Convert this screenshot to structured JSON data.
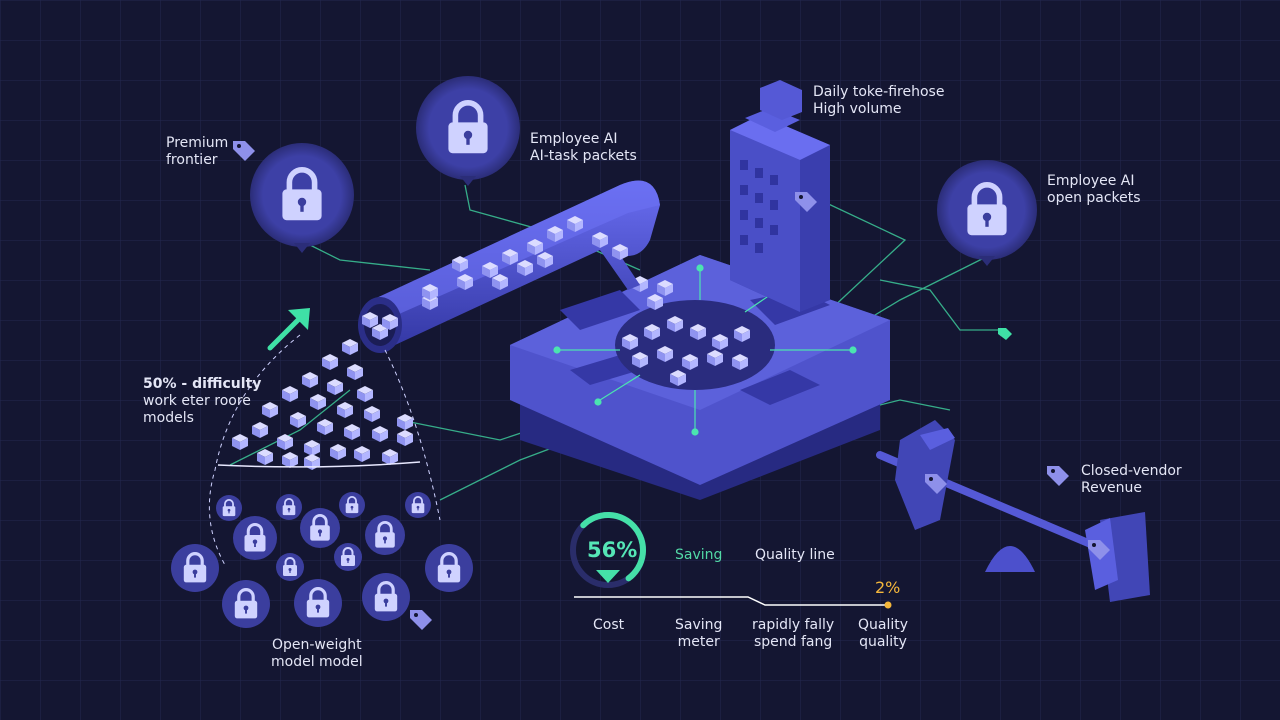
{
  "labels": {
    "premium": [
      "Premium",
      "frontier"
    ],
    "employee_task": [
      "Employee AI",
      "AI-task packets"
    ],
    "daily": [
      "Daily toke-firehose",
      "High volume"
    ],
    "employee_open": [
      "Employee AI",
      "open packets"
    ],
    "difficulty": [
      "50% - difficulty",
      "work eter roore",
      "models"
    ],
    "open_weight": [
      "Open-weight",
      "model model"
    ],
    "closed_vendor": [
      "Closed-vendor",
      "Revenue"
    ]
  },
  "gauge": {
    "value_text": "56%",
    "fill_fraction": 0.56
  },
  "chart_labels": {
    "saving": "Saving",
    "quality_line": "Quality line",
    "endpoint_value": "2%"
  },
  "bottom_labels": {
    "cost": "Cost",
    "saving_meter": [
      "Saving",
      "meter"
    ],
    "spend": [
      "rapidly fally",
      "spend fang"
    ],
    "quality": [
      "Quality",
      "quality"
    ]
  },
  "colors": {
    "background": "#141632",
    "grid": "#232850",
    "platform": "#4a4fc4",
    "accent_green": "#45e0a8",
    "accent_yellow": "#f5b73b",
    "lock_circle": "#3b3e9e",
    "lock_icon": "#cfd2ff"
  },
  "icons": [
    "lock-icon",
    "tag-icon",
    "up-arrow-icon",
    "down-triangle-icon",
    "building-icon",
    "pipe",
    "scale-lever"
  ]
}
